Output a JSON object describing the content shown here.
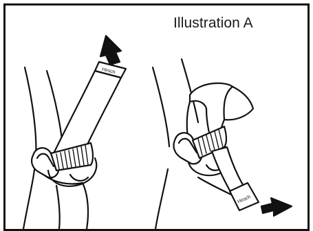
{
  "figure": {
    "caption": "Illustration A",
    "strap_tag_text": "Hirsch",
    "panels": [
      {
        "name": "left-panel",
        "step": "pull strap through buckle",
        "arrow_direction": "up"
      },
      {
        "name": "right-panel",
        "step": "fold strap back",
        "arrow_direction": "right"
      }
    ],
    "colors": {
      "ink": "#111111",
      "paper": "#ffffff",
      "frame": "#111111"
    }
  }
}
